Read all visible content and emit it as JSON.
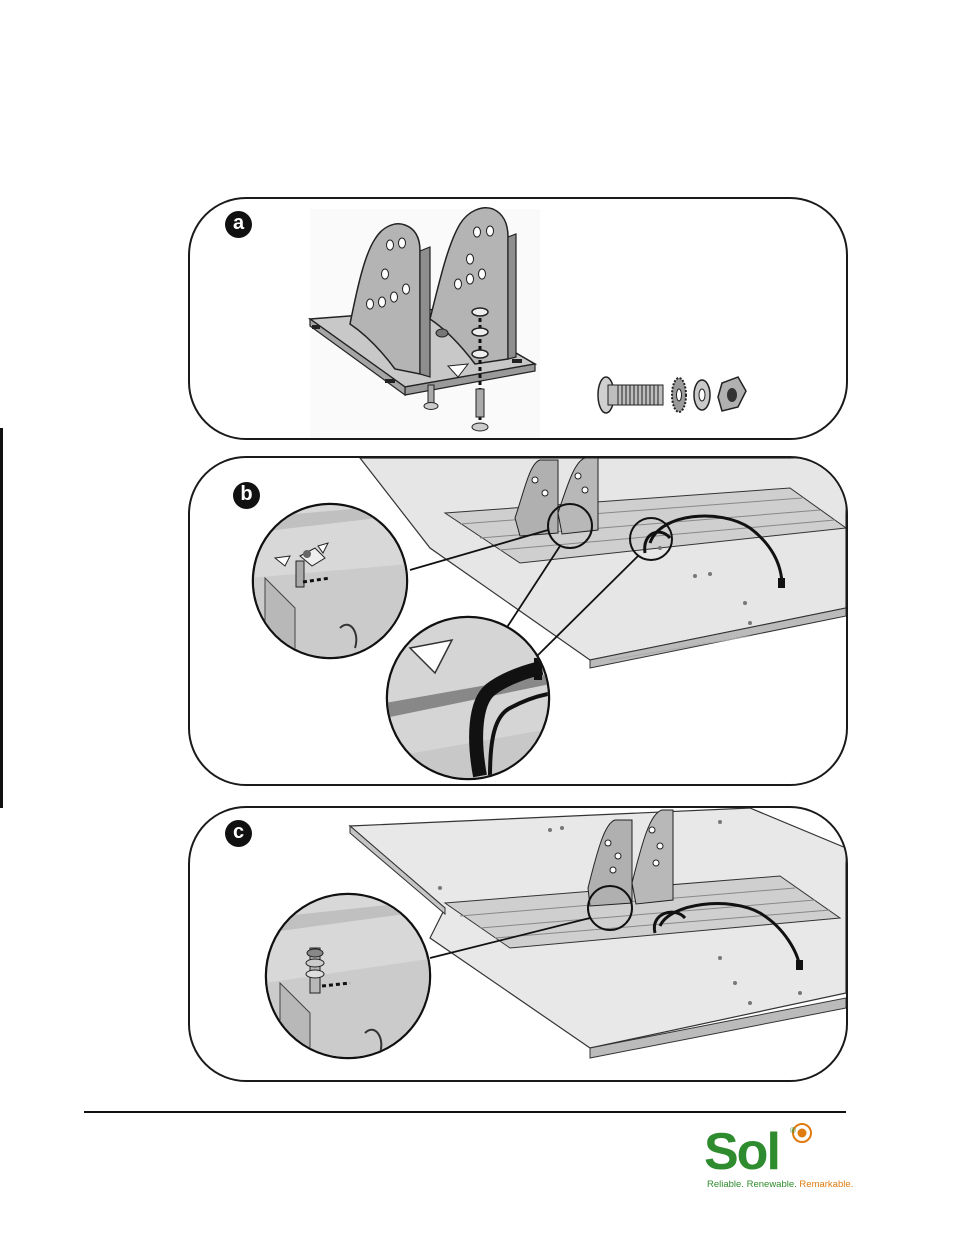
{
  "steps": {
    "a": {
      "label": "a"
    },
    "b": {
      "label": "b"
    },
    "c": {
      "label": "c"
    }
  },
  "logo": {
    "brand": "Sol",
    "registered": "®",
    "tagline_green": "Reliable. Renewable.",
    "tagline_orange": "Remarkable."
  },
  "colors": {
    "brand_green": "#2e8b2e",
    "brand_orange": "#e07b10"
  }
}
